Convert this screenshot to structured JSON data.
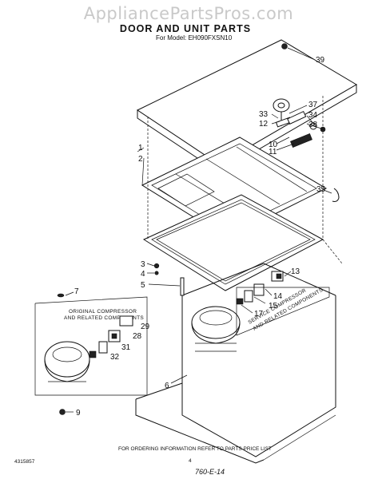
{
  "watermark": "AppliancePartsPros.com",
  "title": "DOOR AND UNIT PARTS",
  "subtitle": "For Model: EH090FXSN10",
  "callouts": {
    "c1": "1",
    "c2": "2",
    "c3": "3",
    "c4": "4",
    "c5": "5",
    "c6": "6",
    "c7": "7",
    "c9": "9",
    "c10": "10",
    "c11": "11",
    "c12": "12",
    "c13": "13",
    "c14": "14",
    "c15": "15",
    "c17": "17",
    "c28": "28",
    "c29": "29",
    "c31": "31",
    "c32": "32",
    "c33": "33",
    "c34": "34",
    "c35": "35",
    "c37": "37",
    "c38": "38",
    "c39": "39"
  },
  "original_box": {
    "line1": "ORIGINAL COMPRESSOR",
    "line2": "AND RELATED COMPONENTS"
  },
  "service_box": {
    "line1": "SERVICE COMPRESSOR",
    "line2": "AND RELATED COMPONENTS"
  },
  "footer": {
    "ordering_note": "FOR ORDERING INFORMATION REFER TO PARTS PRICE LIST",
    "doc_number": "4315857",
    "page_number": "4",
    "handwritten": "760-E-14"
  }
}
